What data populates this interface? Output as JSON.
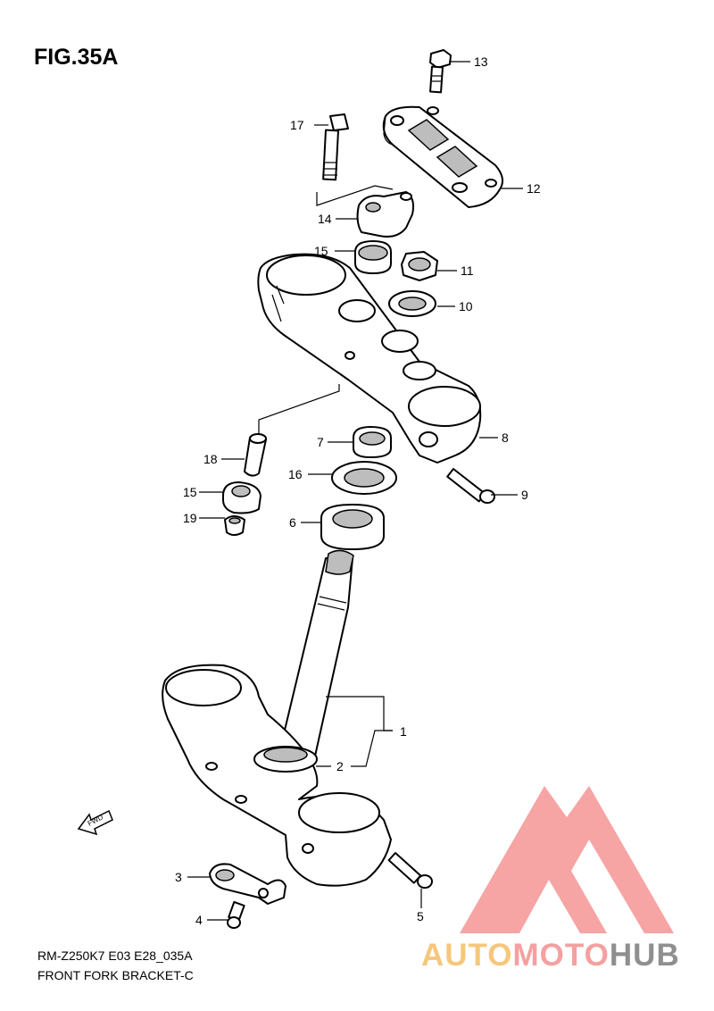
{
  "figure": {
    "title": "FIG.35A",
    "code": "RM-Z250K7 E03 E28_035A",
    "caption": "FRONT FORK BRACKET-C",
    "direction_arrow": "FWD"
  },
  "callouts": [
    "1",
    "2",
    "3",
    "4",
    "5",
    "6",
    "7",
    "8",
    "9",
    "10",
    "11",
    "12",
    "13",
    "14",
    "15",
    "15",
    "16",
    "17",
    "18",
    "19"
  ],
  "watermark": {
    "brand": "AUTOMOTOHUB",
    "parts": [
      "AUTO",
      "MOTO",
      "HUB"
    ],
    "colors": {
      "auto": "#f6c77b",
      "moto": "#f5a0a0",
      "hub": "#8f8f8f",
      "triangle": "#f59a9a"
    }
  }
}
